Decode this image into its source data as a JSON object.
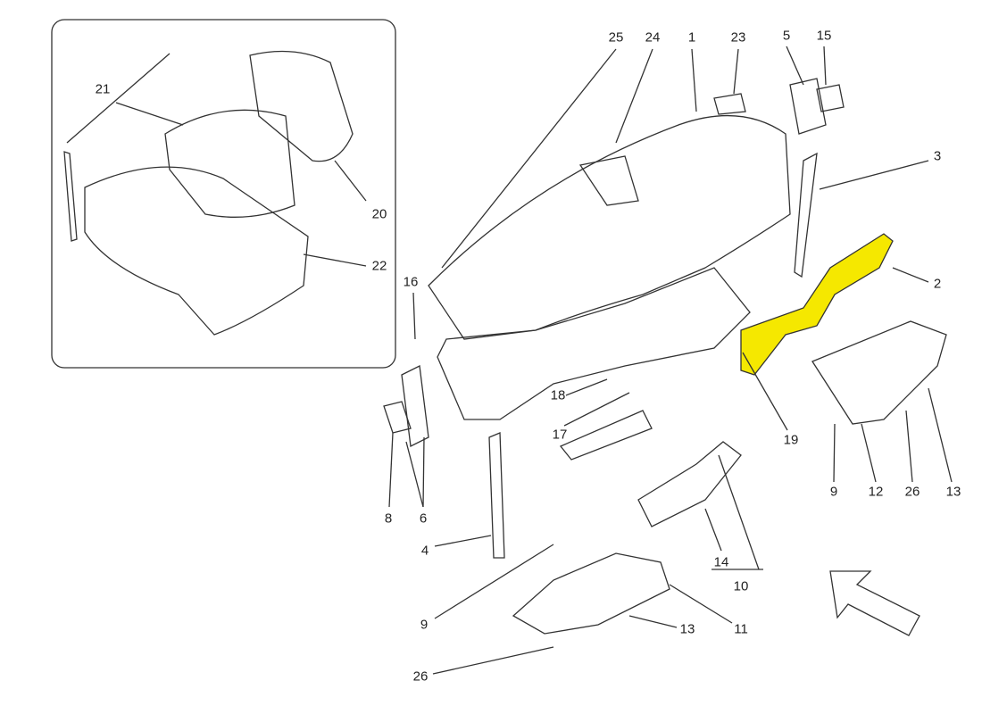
{
  "colors": {
    "highlight": "#f5e800",
    "line": "#333333"
  },
  "labels": {
    "l21": "21",
    "l20": "20",
    "l22": "22",
    "l25": "25",
    "l24": "24",
    "l1": "1",
    "l23": "23",
    "l5": "5",
    "l15": "15",
    "l3": "3",
    "l2": "2",
    "l16": "16",
    "l18": "18",
    "l17": "17",
    "l19": "19",
    "l9a": "9",
    "l12": "12",
    "l26a": "26",
    "l13a": "13",
    "l8": "8",
    "l6": "6",
    "l14": "14",
    "l10": "10",
    "l4": "4",
    "l9b": "9",
    "l11": "11",
    "l13b": "13",
    "l26b": "26"
  }
}
